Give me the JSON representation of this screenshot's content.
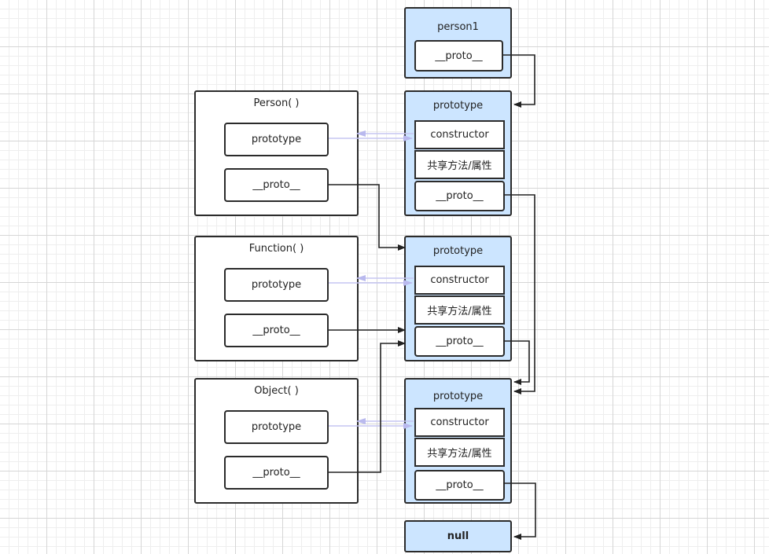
{
  "person1": {
    "title": "person1",
    "proto": "__proto__"
  },
  "person_ctor": {
    "title": "Person( )",
    "prototype": "prototype",
    "proto": "__proto__"
  },
  "function_ctor": {
    "title": "Function( )",
    "prototype": "prototype",
    "proto": "__proto__"
  },
  "object_ctor": {
    "title": "Object( )",
    "prototype": "prototype",
    "proto": "__proto__"
  },
  "person_prototype": {
    "title": "prototype",
    "constructor": "constructor",
    "shared": "共享方法/属性",
    "proto": "__proto__"
  },
  "function_prototype": {
    "title": "prototype",
    "constructor": "constructor",
    "shared": "共享方法/属性",
    "proto": "__proto__"
  },
  "object_prototype": {
    "title": "prototype",
    "constructor": "constructor",
    "shared": "共享方法/属性",
    "proto": "__proto__"
  },
  "null_box": {
    "label": "null"
  },
  "colors": {
    "proto_fill": "#cce5ff",
    "border": "#2b2b2b",
    "ref_arrow": "#c5c5f2",
    "proto_arrow": "#222222"
  }
}
